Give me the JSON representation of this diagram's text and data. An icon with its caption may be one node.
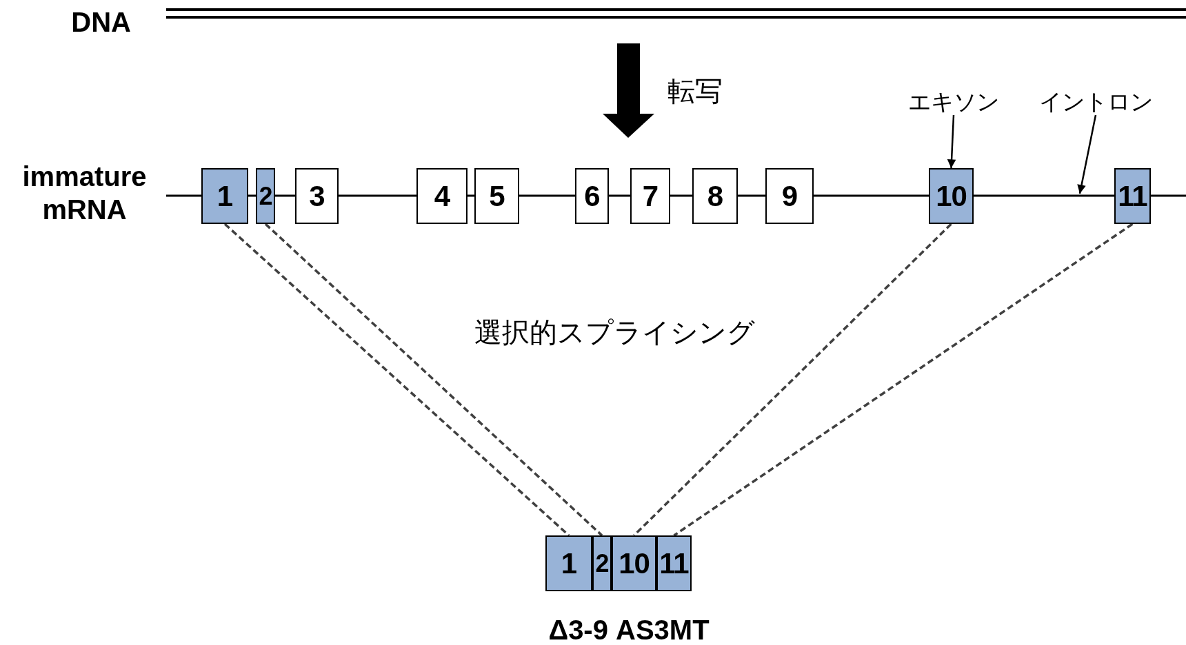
{
  "diagram": {
    "nodes": [
      {
        "text": [
          "1"
        ]
      },
      {
        "text": [
          "2"
        ]
      },
      {
        "text": [
          "3"
        ]
      },
      {
        "text": [
          "4"
        ]
      },
      {
        "text": [
          "5"
        ]
      },
      {
        "text": [
          "6"
        ]
      },
      {
        "text": [
          "7"
        ]
      },
      {
        "text": [
          "8"
        ]
      },
      {
        "text": [
          "9"
        ]
      },
      {
        "text": [
          "10"
        ]
      },
      {
        "text": [
          "11"
        ]
      },
      {
        "text": [
          "1"
        ]
      },
      {
        "text": [
          "2"
        ]
      },
      {
        "text": [
          "10"
        ]
      },
      {
        "text": [
          "11"
        ]
      },
      {
        "text": [
          "エキソン"
        ]
      },
      {
        "text": [
          "イントロン"
        ]
      }
    ],
    "edges": [
      {
        "from": 0,
        "to": 11,
        "arrow": "none",
        "style": "dashed",
        "color": "#404040"
      },
      {
        "from": 1,
        "to": 12,
        "arrow": "none",
        "style": "dashed",
        "color": "#404040"
      },
      {
        "from": 9,
        "to": 13,
        "arrow": "none",
        "style": "dashed",
        "color": "#404040"
      },
      {
        "from": 10,
        "to": 14,
        "arrow": "none",
        "style": "dashed",
        "color": "#404040"
      },
      {
        "from": 15,
        "to": 9,
        "arrow": "to"
      },
      {
        "from": 16,
        "to": null,
        "arrow": "to"
      }
    ],
    "labels": [
      "DNA",
      "immature mRNA",
      "転写",
      "選択的スプライシング",
      "Δ3-9 AS3MT"
    ]
  }
}
